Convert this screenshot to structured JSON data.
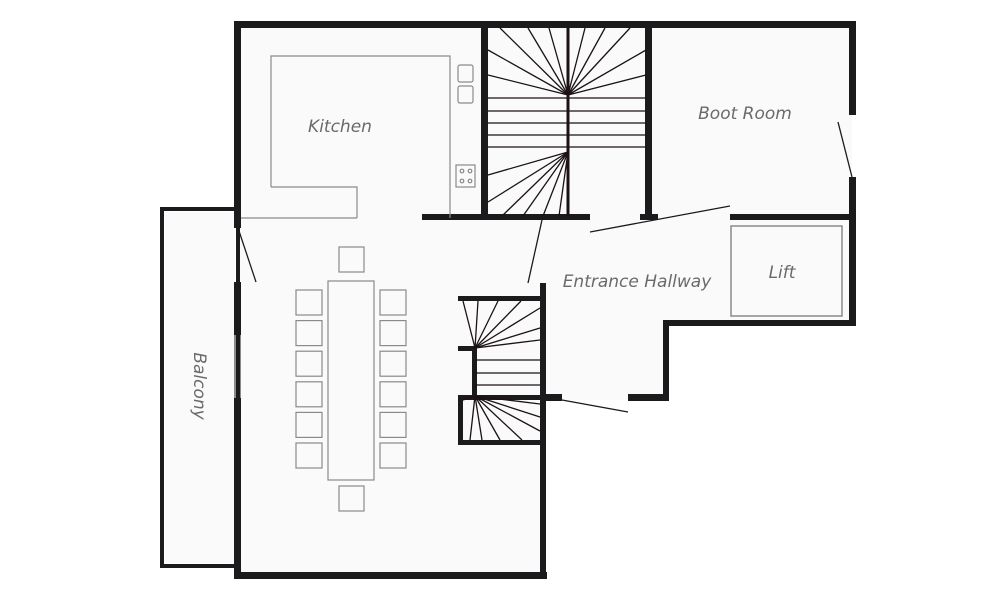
{
  "rooms": {
    "kitchen": "Kitchen",
    "boot_room": "Boot Room",
    "entrance_hallway": "Entrance Hallway",
    "lift": "Lift",
    "balcony": "Balcony"
  },
  "colors": {
    "wall": "#1b1a1c",
    "floor": "#fafafa",
    "fixture": "#8a8a8a"
  },
  "dining": {
    "chairs_per_side": 6
  }
}
